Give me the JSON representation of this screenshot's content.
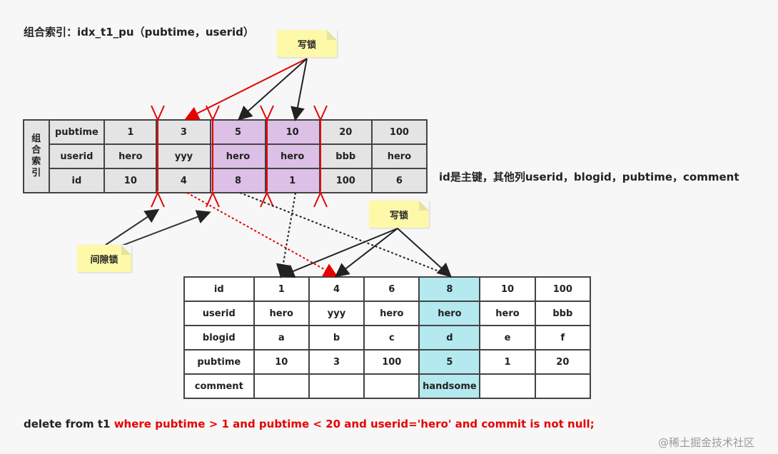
{
  "title": "组合索引：idx_t1_pu（pubtime，userid）",
  "notes": {
    "write_lock_top": "写锁",
    "write_lock_bottom": "写锁",
    "gap_lock": "间隙锁"
  },
  "index_table": {
    "side_label": [
      "组",
      "合",
      "索",
      "引"
    ],
    "rows": [
      {
        "header": "pubtime",
        "cells": [
          "1",
          "3",
          "5",
          "10",
          "20",
          "100"
        ]
      },
      {
        "header": "userid",
        "cells": [
          "hero",
          "yyy",
          "hero",
          "hero",
          "bbb",
          "hero"
        ]
      },
      {
        "header": "id",
        "cells": [
          "10",
          "4",
          "8",
          "1",
          "100",
          "6"
        ]
      }
    ],
    "highlighted_columns": [
      2,
      3
    ]
  },
  "primary_key_note": "id是主键，其他列userid，blogid，pubtime，comment",
  "main_table": {
    "rows": [
      {
        "header": "id",
        "cells": [
          "1",
          "4",
          "6",
          "8",
          "10",
          "100"
        ]
      },
      {
        "header": "userid",
        "cells": [
          "hero",
          "yyy",
          "hero",
          "hero",
          "hero",
          "bbb"
        ]
      },
      {
        "header": "blogid",
        "cells": [
          "a",
          "b",
          "c",
          "d",
          "e",
          "f"
        ]
      },
      {
        "header": "pubtime",
        "cells": [
          "10",
          "3",
          "100",
          "5",
          "1",
          "20"
        ]
      },
      {
        "header": "comment",
        "cells": [
          "",
          "",
          "",
          "handsome",
          "",
          ""
        ]
      }
    ],
    "highlighted_column": 3
  },
  "sql": {
    "prefix": "delete from t1 ",
    "condition": "where pubtime > 1 and pubtime < 20 and userid='hero' and commit is not null;"
  },
  "watermark": "@稀土掘金技术社区",
  "colors": {
    "index_bg": "#e4e4e4",
    "index_highlight": "#dcc0e6",
    "main_highlight": "#b3e9ef",
    "note_bg": "#fdf9a8",
    "red": "#e60000"
  }
}
